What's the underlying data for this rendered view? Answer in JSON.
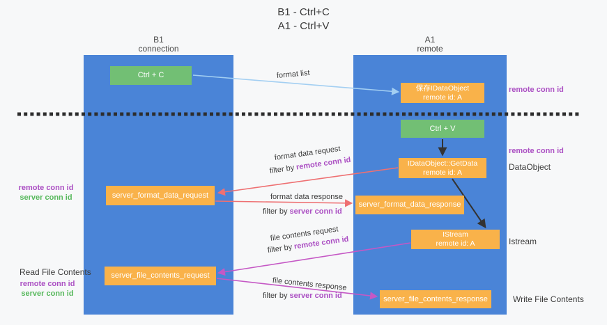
{
  "title": {
    "line1": "B1 - Ctrl+C",
    "line2": "A1 - Ctrl+V"
  },
  "lanes": {
    "left": {
      "name": "B1",
      "role": "connection"
    },
    "right": {
      "name": "A1",
      "role": "remote"
    }
  },
  "nodes": {
    "ctrl_c": {
      "label": "Ctrl + C"
    },
    "save_dataobject": {
      "line1": "保存IDataObject",
      "line2": "remote id: A"
    },
    "ctrl_v": {
      "label": "Ctrl + V"
    },
    "getdata": {
      "line1": "IDataObject::GetData",
      "line2": "remote id: A"
    },
    "format_request": {
      "label": "server_format_data_request"
    },
    "format_response": {
      "label": "server_format_data_response"
    },
    "istream": {
      "line1": "IStream",
      "line2": "remote id: A"
    },
    "file_request": {
      "label": "server_file_contents_request"
    },
    "file_response": {
      "label": "server_file_contents_response"
    }
  },
  "arrow_labels": {
    "format_list": "format list",
    "format_request": "format data request",
    "format_request_filter": {
      "prefix": "filter by ",
      "key": "remote conn id"
    },
    "format_response": "format data response",
    "format_response_filter": {
      "prefix": "filter by ",
      "key": "server conn id"
    },
    "file_request": "file contents request",
    "file_request_filter": {
      "prefix": "filter by ",
      "key": "remote conn id"
    },
    "file_response": "file contents response",
    "file_response_filter": {
      "prefix": "filter by ",
      "key": "server conn id"
    }
  },
  "side_labels": {
    "remote_conn_top_right": "remote conn id",
    "remote_conn_mid_right": "remote conn id",
    "dataobject": "DataObject",
    "istream": "Istream",
    "write_file_contents": "Write File Contents",
    "remote_conn_left_1": "remote conn id",
    "server_conn_left_1": "server conn id",
    "read_file_contents": "Read File Contents",
    "remote_conn_left_2": "remote conn id",
    "server_conn_left_2": "server conn id"
  },
  "colors": {
    "lane_blue": "#4a84d7",
    "box_green": "#72bf74",
    "box_orange": "#f9b24a",
    "purple_text": "#ab4fc3",
    "green_text": "#57b85c",
    "salmon_arrow": "#ee7072",
    "magenta_arrow": "#c558c5",
    "lightblue_arrow": "#a3cff2",
    "black_arrow": "#333333",
    "background": "#f7f8f9"
  }
}
